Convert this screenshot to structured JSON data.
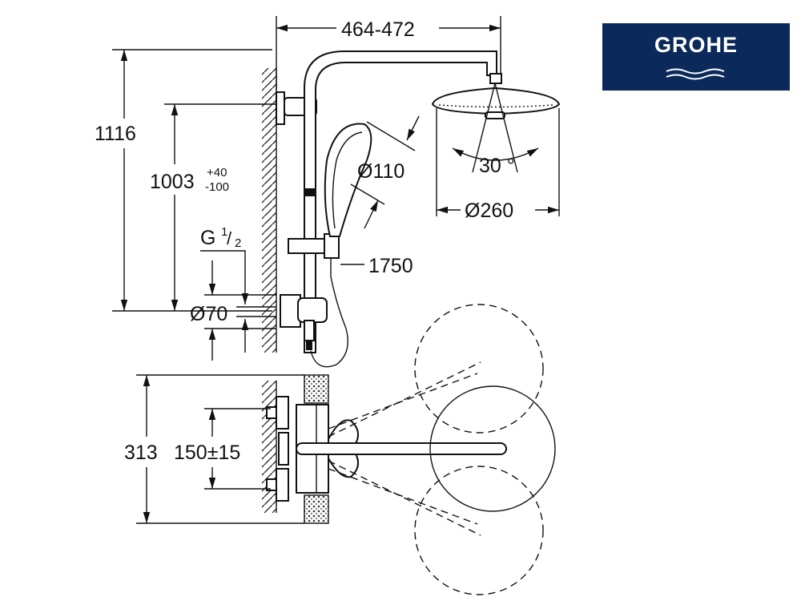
{
  "brand": {
    "name": "GROHE",
    "color": "#0b2a5b"
  },
  "dimensions": {
    "width_range": "464-472",
    "total_height": "1116",
    "arm_height": "1003",
    "arm_tol_plus": "+40",
    "arm_tol_minus": "-100",
    "thread_g": "G",
    "thread_num": "1",
    "thread_den": "2",
    "rosette_dia": "Ø70",
    "hand_shower_dia": "Ø110",
    "tilt_angle": "30 °",
    "head_dia": "Ø260",
    "hose_length": "1750",
    "mixer_height": "313",
    "inlet_spacing": "150±15"
  }
}
